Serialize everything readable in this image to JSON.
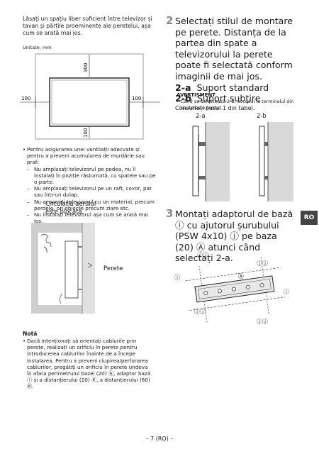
{
  "intro": "Lăsați un spațiu liber suficient între televizor și tavan și părțile proeminente ale peretelui, așa cum se arată mai jos.",
  "unit_label": "Unitate: mm",
  "dims": {
    "top": "300",
    "left": "100",
    "right": "100",
    "bottom": "100"
  },
  "vent_bullet": "Pentru asigurarea unei ventilații adecvate și pentru a preveni acumularea de murdărie sau praf:",
  "vent_items": [
    "Nu amplasați televizorul pe podea, nu îl instalați în poziție răsturnată, cu spatele sau pe o parte.",
    "Nu amplasați televizorul pe un raft, covor, pat sau într-un dulap.",
    "Nu acoperiți televizorul cu un material, precum perdele, ori obiecte precum ziare etc.",
    "Nu instalați televizorul așa cum se arată mai jos."
  ],
  "airflow_label": "Circulația aerului este blocată.",
  "wall_label": "Perete",
  "nota_title": "Notă",
  "nota_text": "Dacă intenționați să orientați cablurile prin perete, realizați un orificiu în perete pentru introducerea cablurilor înainte de a începe instalarea. Pentru a preveni ciupirea/perforarea cablurilor, pregătiți un orificiu în perete undeva în afara perimetrului bazei (20) Ⓐ, adaptor bază ⓘ și a distanțierului (20) Ⓚ, a distanțierului (60) Ⓚ.",
  "step2": {
    "num": "2",
    "text": "Selectați stilul de montare pe perete. Distanța de la partea din spate a televizorului la perete poate fi selectată conform imaginii de mai jos.",
    "opt_a_code": "2-a",
    "opt_a_text": "Suport standard",
    "opt_b_code": "2-b",
    "opt_b_text": "Suport subțire",
    "ref": "Consultați pasul 1 din tabel.",
    "warn_title": "AVERTISMENT",
    "warn_text": "Când se selectează 2-b, accesul la terminalul din spate este limitat.",
    "fig_a": "2-a",
    "fig_b": "2-b"
  },
  "step3": {
    "num": "3",
    "text": "Montați adaptorul de bază ⓘ cu ajutorul șurubului (PSW 4x10) ⓙ pe baza (20) Ⓐ atunci când selectați 2-a."
  },
  "diagram_labels": {
    "i": "ⓘ",
    "j": "ⓙ",
    "a": "Ⓐ"
  },
  "lang_tab": "RO",
  "page_number": "– 7 (RO) –",
  "colors": {
    "tab": "#444444",
    "step_num": "#8a8a8a",
    "stroke": "#222222"
  }
}
